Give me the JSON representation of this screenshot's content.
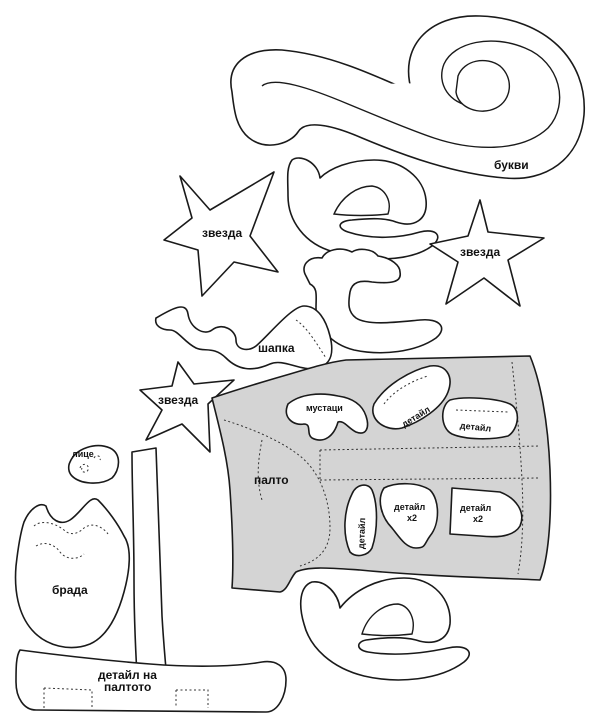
{
  "labels": {
    "letters": "букви",
    "star_1": "звезда",
    "star_2": "звезда",
    "star_3": "звезда",
    "hat": "шапка",
    "mustache": "мустаци",
    "detail_a": "детайл",
    "detail_b": "детайл",
    "coat": "палто",
    "detail_c": "детайл",
    "detail_x2_a_line1": "детайл",
    "detail_x2_a_line2": "x2",
    "detail_x2_b_line1": "детайл",
    "detail_x2_b_line2": "x2",
    "face": "лице",
    "beard": "брада",
    "coat_detail_line1": "детайл на",
    "coat_detail_line2": "палтото"
  },
  "colors": {
    "coat_fill": "#d4d4d4",
    "outline": "#1a1a1a",
    "background": "#ffffff"
  }
}
